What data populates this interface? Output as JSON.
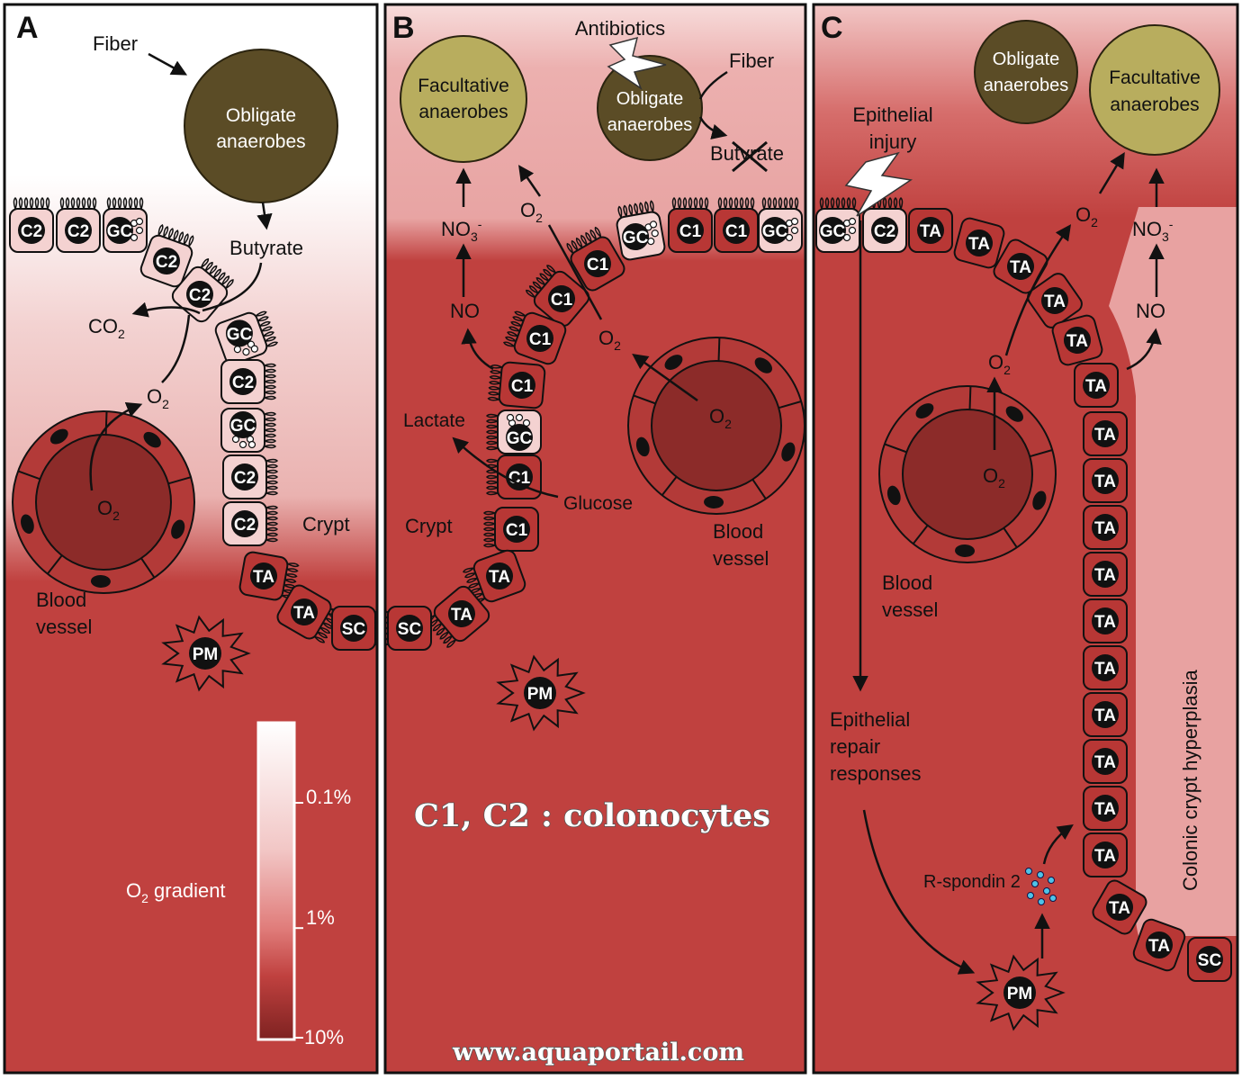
{
  "colors": {
    "tissue": "#c0413f",
    "tissue_light": "#e9a9a7",
    "lumen": "#ffffff",
    "cell_fill": "#b83735",
    "cell_fill_light": "#f4d2d1",
    "nucleus": "#111111",
    "obligate": "#5b4c26",
    "facultative": "#b8ad5e",
    "vessel_lumen": "#8c2b29",
    "rspondin": "#4fc3e8"
  },
  "panels": {
    "a": {
      "letter": "A",
      "fiber": "Fiber",
      "obligate": [
        "Obligate",
        "anaerobes"
      ],
      "butyrate": "Butyrate",
      "co2": "CO",
      "co2_sub": "2",
      "o2": "O",
      "o2_sub": "2",
      "crypt": "Crypt",
      "blood_vessel": [
        "Blood",
        "vessel"
      ],
      "cells": [
        "C2",
        "C2",
        "GC",
        "C2",
        "C2",
        "GC",
        "C2",
        "GC",
        "C2",
        "C2",
        "TA",
        "TA",
        "SC"
      ],
      "pm": "PM"
    },
    "b": {
      "letter": "B",
      "antibiotics": "Antibiotics",
      "fiber": "Fiber",
      "facultative": [
        "Facultative",
        "anaerobes"
      ],
      "obligate": [
        "Obligate",
        "anaerobes"
      ],
      "butyrate": "Butyrate",
      "no3": "NO",
      "no3_sub": "3",
      "no3_sup": "-",
      "no": "NO",
      "o2": "O",
      "o2_sub": "2",
      "lactate": "Lactate",
      "glucose": "Glucose",
      "crypt": "Crypt",
      "blood_vessel": [
        "Blood",
        "vessel"
      ],
      "cells": [
        "GC",
        "C1",
        "C1",
        "GC",
        "C1",
        "C1",
        "C1",
        "C1",
        "GC",
        "C1",
        "C1",
        "TA",
        "TA",
        "SC"
      ],
      "pm": "PM",
      "caption": "C1, C2 : colonocytes",
      "watermark": "www.aquaportail.com"
    },
    "c": {
      "letter": "C",
      "obligate": [
        "Obligate",
        "anaerobes"
      ],
      "facultative": [
        "Facultative",
        "anaerobes"
      ],
      "injury": [
        "Epithelial",
        "injury"
      ],
      "o2": "O",
      "o2_sub": "2",
      "no3": "NO",
      "no3_sub": "3",
      "no3_sup": "-",
      "no": "NO",
      "blood_vessel": [
        "Blood",
        "vessel"
      ],
      "repair": [
        "Epithelial",
        "repair",
        "responses"
      ],
      "rspondin": "R-spondin 2",
      "hyperplasia": "Colonic crypt hyperplasia",
      "cells_top": [
        "GC",
        "C2",
        "TA",
        "TA",
        "TA",
        "TA",
        "TA",
        "TA"
      ],
      "cells_column": [
        "TA",
        "TA",
        "TA",
        "TA",
        "TA",
        "TA",
        "TA",
        "TA",
        "TA",
        "TA"
      ],
      "cells_bottom": [
        "TA",
        "TA",
        "SC"
      ],
      "pm": "PM"
    }
  },
  "legend": {
    "label": "O",
    "label_sub": "2",
    "label_rest": " gradient",
    "ticks": [
      "0.1%",
      "1%",
      "10%"
    ],
    "tick_fractions": [
      0.25,
      0.65,
      1.0
    ]
  }
}
